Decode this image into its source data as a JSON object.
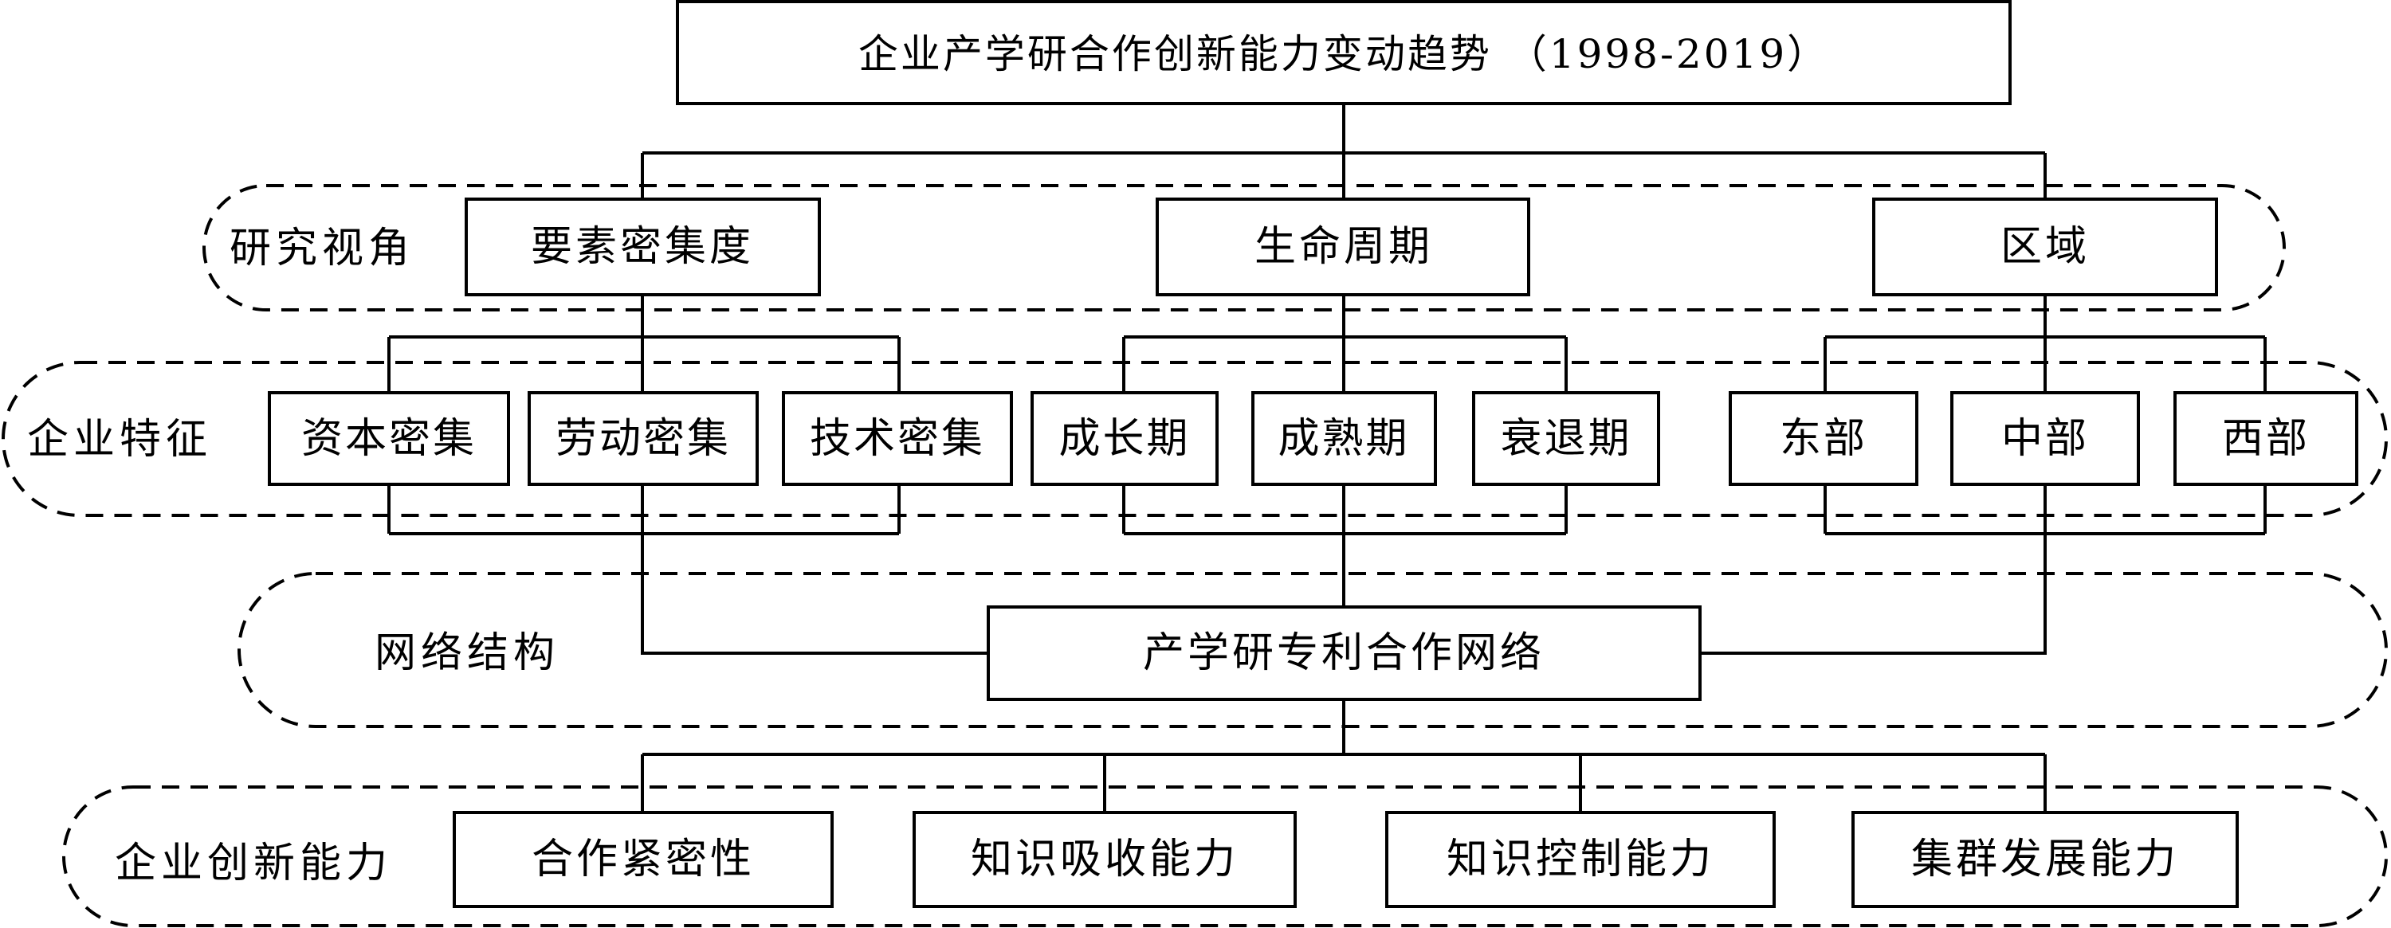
{
  "title": "企业产学研合作创新能力变动趋势 （1998-2019）",
  "lanes": {
    "perspective": "研究视角",
    "features": "企业特征",
    "network": "网络结构",
    "innovation": "企业创新能力"
  },
  "perspectives": [
    "要素密集度",
    "生命周期",
    "区域"
  ],
  "features": {
    "factor_intensity": [
      "资本密集",
      "劳动密集",
      "技术密集"
    ],
    "life_cycle": [
      "成长期",
      "成熟期",
      "衰退期"
    ],
    "region": [
      "东部",
      "中部",
      "西部"
    ]
  },
  "network": "产学研专利合作网络",
  "capabilities": [
    "合作紧密性",
    "知识吸收能力",
    "知识控制能力",
    "集群发展能力"
  ]
}
